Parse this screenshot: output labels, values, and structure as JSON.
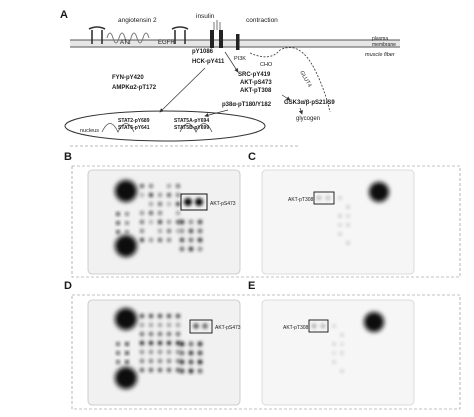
{
  "panels": {
    "A": "A",
    "B": "B",
    "C": "C",
    "D": "D",
    "E": "E"
  },
  "panel_a": {
    "receptors": {
      "angiotensin": "angiotensin 2",
      "insulin": "insulin",
      "contraction": "contraction",
      "at1": "AT1",
      "egfr": "EGFR"
    },
    "membrane": {
      "plasma": "plasma",
      "membrane": "membrane",
      "muscle_fiber": "muscle fiber"
    },
    "kinases": {
      "py1086": "pY1086",
      "hck": "HCK-pY411",
      "pi3k": "PI3K",
      "fyn": "FYN-pY420",
      "ampk": "AMPKα2-pT172",
      "src": "SRC-pY419",
      "akt_s473": "AKT-pS473",
      "akt_t308": "AKT-pT308",
      "cho": "CHO",
      "glut4": "GLUT4",
      "p38": "p38α-pT180/Y182",
      "gsk": "GSK3α/β-pS21/S9",
      "glycogen": "glycogen"
    },
    "nucleus": {
      "label": "nucleus",
      "stat2": "STAT2-pY689",
      "stat6": "STAT6-pY641",
      "stat5a": "STAT5A-pY694",
      "stat5b": "STAT5B-pY699"
    }
  },
  "blot_labels": {
    "B": "AKT-pS473",
    "C": "AKT-pT308",
    "D": "AKT-pS473",
    "E": "AKT-pT308"
  }
}
